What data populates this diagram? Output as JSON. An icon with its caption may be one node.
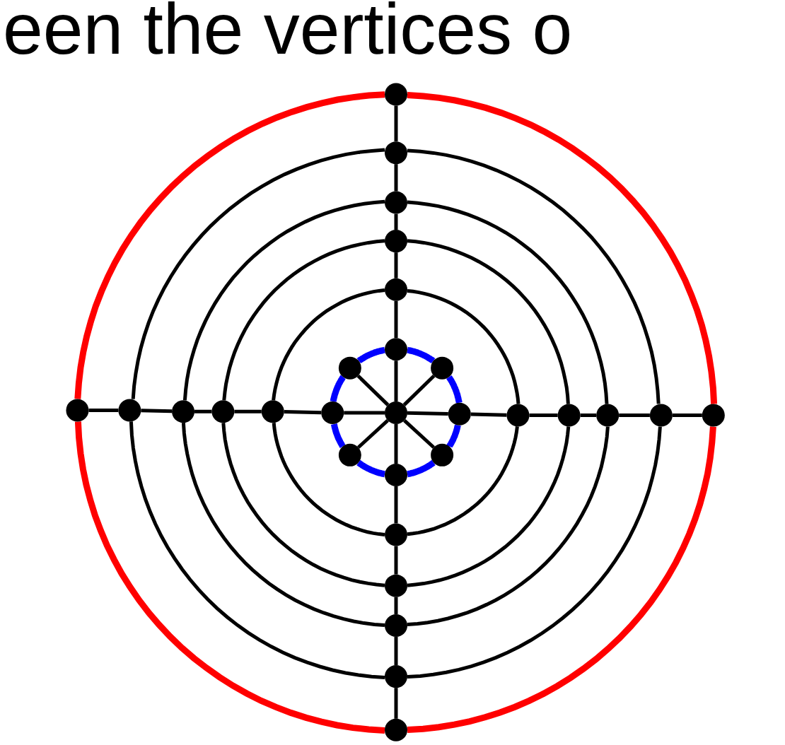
{
  "diagram": {
    "nodes": [
      {
        "text": [],
        "shape": "circle"
      },
      {
        "text": [],
        "shape": "circle"
      },
      {
        "text": [],
        "shape": "circle"
      },
      {
        "text": [],
        "shape": "circle"
      },
      {
        "text": [],
        "shape": "circle"
      },
      {
        "text": [],
        "shape": "circle"
      },
      {
        "text": [],
        "shape": "circle"
      },
      {
        "text": [],
        "shape": "circle"
      },
      {
        "text": [],
        "shape": "circle"
      },
      {
        "text": [],
        "shape": "circle"
      },
      {
        "text": [],
        "shape": "circle"
      },
      {
        "text": [],
        "shape": "circle"
      },
      {
        "text": [],
        "shape": "circle"
      },
      {
        "text": [],
        "shape": "circle"
      },
      {
        "text": [],
        "shape": "circle"
      },
      {
        "text": [],
        "shape": "circle"
      },
      {
        "text": [],
        "shape": "circle"
      },
      {
        "text": [],
        "shape": "circle"
      },
      {
        "text": [],
        "shape": "circle"
      },
      {
        "text": [],
        "shape": "circle"
      },
      {
        "text": [],
        "shape": "circle"
      },
      {
        "text": [],
        "shape": "circle"
      },
      {
        "text": [],
        "shape": "circle"
      },
      {
        "text": [],
        "shape": "circle"
      },
      {
        "text": [],
        "shape": "circle"
      },
      {
        "text": [],
        "shape": "circle"
      },
      {
        "text": [],
        "shape": "circle"
      },
      {
        "text": [],
        "shape": "circle"
      },
      {
        "text": [],
        "shape": "circle"
      }
    ],
    "edges": [
      {
        "from": 14,
        "to": 5,
        "arrow": "none"
      },
      {
        "from": 14,
        "to": 7,
        "arrow": "none"
      },
      {
        "from": 14,
        "to": 15,
        "arrow": "none"
      },
      {
        "from": 14,
        "to": 22,
        "arrow": "none"
      },
      {
        "from": 14,
        "to": 23,
        "arrow": "none"
      },
      {
        "from": 14,
        "to": 21,
        "arrow": "none"
      },
      {
        "from": 14,
        "to": 13,
        "arrow": "none"
      },
      {
        "from": 14,
        "to": 6,
        "arrow": "none"
      },
      {
        "from": 5,
        "to": 7,
        "arrow": "none",
        "style": "thick",
        "color": "#0000ff"
      },
      {
        "from": 7,
        "to": 15,
        "arrow": "none",
        "style": "thick",
        "color": "#0000ff"
      },
      {
        "from": 15,
        "to": 22,
        "arrow": "none",
        "style": "thick",
        "color": "#0000ff"
      },
      {
        "from": 22,
        "to": 23,
        "arrow": "none",
        "style": "thick",
        "color": "#0000ff"
      },
      {
        "from": 23,
        "to": 21,
        "arrow": "none",
        "style": "thick",
        "color": "#0000ff"
      },
      {
        "from": 21,
        "to": 13,
        "arrow": "none",
        "style": "thick",
        "color": "#0000ff"
      },
      {
        "from": 13,
        "to": 6,
        "arrow": "none",
        "style": "thick",
        "color": "#0000ff"
      },
      {
        "from": 6,
        "to": 5,
        "arrow": "none",
        "style": "thick",
        "color": "#0000ff"
      },
      {
        "from": 5,
        "to": 4,
        "arrow": "none"
      },
      {
        "from": 4,
        "to": 3,
        "arrow": "none"
      },
      {
        "from": 3,
        "to": 2,
        "arrow": "none"
      },
      {
        "from": 2,
        "to": 1,
        "arrow": "none"
      },
      {
        "from": 1,
        "to": 0,
        "arrow": "none"
      },
      {
        "from": 15,
        "to": 16,
        "arrow": "none"
      },
      {
        "from": 16,
        "to": 17,
        "arrow": "none"
      },
      {
        "from": 17,
        "to": 18,
        "arrow": "none"
      },
      {
        "from": 18,
        "to": 19,
        "arrow": "none"
      },
      {
        "from": 19,
        "to": 20,
        "arrow": "none"
      },
      {
        "from": 23,
        "to": 24,
        "arrow": "none"
      },
      {
        "from": 24,
        "to": 25,
        "arrow": "none"
      },
      {
        "from": 25,
        "to": 26,
        "arrow": "none"
      },
      {
        "from": 26,
        "to": 27,
        "arrow": "none"
      },
      {
        "from": 27,
        "to": 28,
        "arrow": "none"
      },
      {
        "from": 13,
        "to": 12,
        "arrow": "none"
      },
      {
        "from": 12,
        "to": 11,
        "arrow": "none"
      },
      {
        "from": 11,
        "to": 10,
        "arrow": "none"
      },
      {
        "from": 10,
        "to": 9,
        "arrow": "none"
      },
      {
        "from": 9,
        "to": 8,
        "arrow": "none"
      },
      {
        "from": 4,
        "to": 16,
        "arrow": "none"
      },
      {
        "from": 16,
        "to": 24,
        "arrow": "none"
      },
      {
        "from": 24,
        "to": 12,
        "arrow": "none"
      },
      {
        "from": 12,
        "to": 4,
        "arrow": "none"
      },
      {
        "from": 3,
        "to": 17,
        "arrow": "none"
      },
      {
        "from": 17,
        "to": 25,
        "arrow": "none"
      },
      {
        "from": 25,
        "to": 11,
        "arrow": "none"
      },
      {
        "from": 11,
        "to": 3,
        "arrow": "none"
      },
      {
        "from": 2,
        "to": 18,
        "arrow": "none"
      },
      {
        "from": 18,
        "to": 26,
        "arrow": "none"
      },
      {
        "from": 26,
        "to": 10,
        "arrow": "none"
      },
      {
        "from": 10,
        "to": 2,
        "arrow": "none"
      },
      {
        "from": 1,
        "to": 19,
        "arrow": "none"
      },
      {
        "from": 19,
        "to": 27,
        "arrow": "none"
      },
      {
        "from": 27,
        "to": 9,
        "arrow": "none"
      },
      {
        "from": 9,
        "to": 1,
        "arrow": "none"
      },
      {
        "from": 0,
        "to": 20,
        "arrow": "none",
        "style": "thick",
        "color": "#ff0000"
      },
      {
        "from": 20,
        "to": 28,
        "arrow": "none",
        "style": "thick",
        "color": "#ff0000"
      },
      {
        "from": 28,
        "to": 8,
        "arrow": "none",
        "style": "thick",
        "color": "#ff0000"
      },
      {
        "from": 8,
        "to": 0,
        "arrow": "none",
        "style": "thick",
        "color": "#ff0000"
      }
    ],
    "labels": [
      "een the vertices o"
    ]
  }
}
